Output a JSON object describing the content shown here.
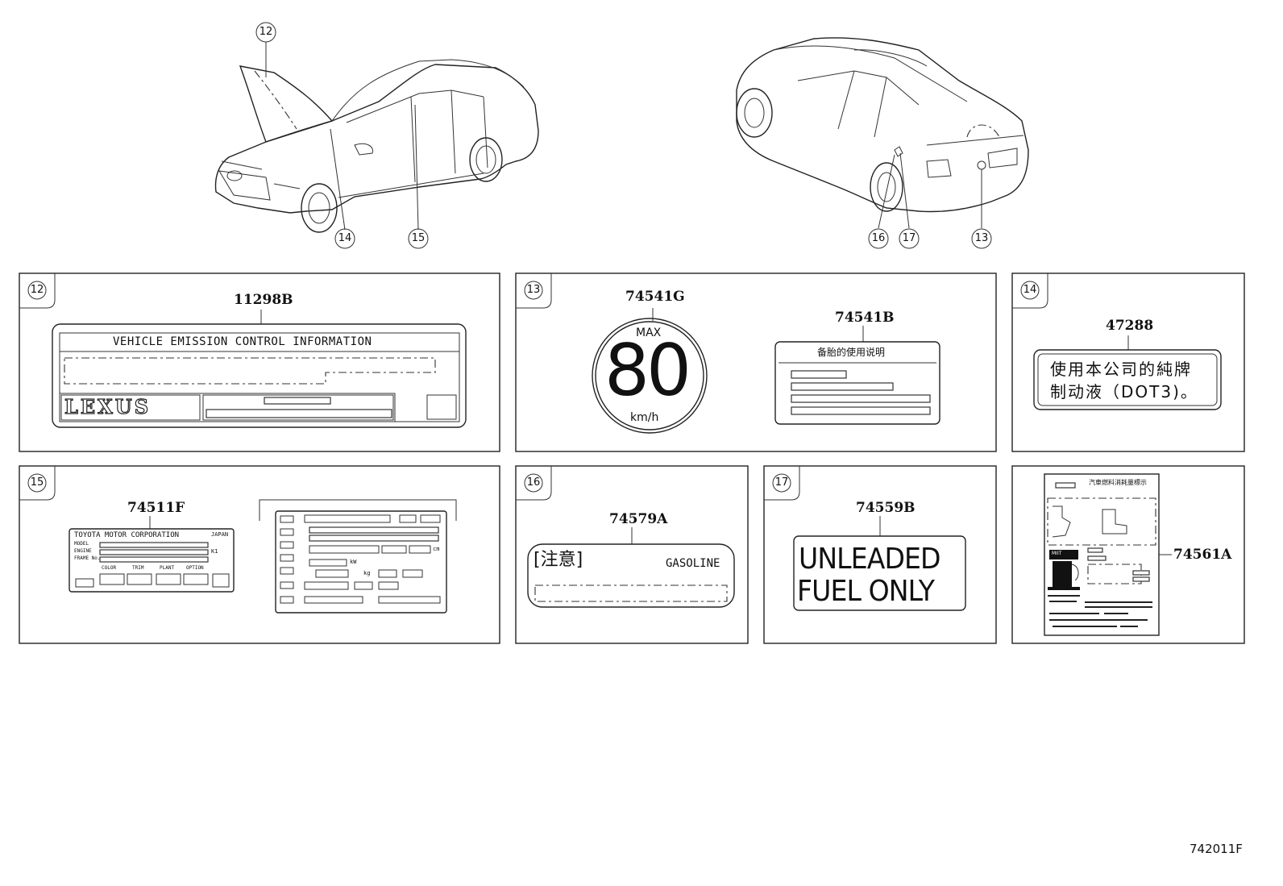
{
  "figure_id": "742011F",
  "callouts": {
    "top_left": [
      "12",
      "14",
      "15"
    ],
    "top_right": [
      "16",
      "17",
      "13"
    ]
  },
  "panels": {
    "p12": {
      "ref": "12",
      "part": "11298B",
      "label_title": "VEHICLE EMISSION CONTROL INFORMATION",
      "brand": "LEXUS"
    },
    "p13": {
      "ref": "13",
      "part_a": "74541G",
      "sign_max": "MAX",
      "sign_speed": "80",
      "sign_unit": "km/h",
      "part_b": "74541B",
      "label_b_title": "备胎的使用说明"
    },
    "p14": {
      "ref": "14",
      "part": "47288",
      "line1": "使用本公司的純牌",
      "line2": "制动液（DOT3)。"
    },
    "p15": {
      "ref": "15",
      "part": "74511F",
      "maker": "TOYOTA MOTOR CORPORATION",
      "maker_suffix": "JAPAN",
      "row_labels": [
        "MODEL",
        "ENGINE",
        "FRAME No."
      ],
      "code_labels": [
        "COLOR",
        "TRIM",
        "PLANT",
        "OPTION"
      ],
      "side_tag": "K1",
      "kw": "kW",
      "unit_a": "cm",
      "unit_b": "kg"
    },
    "p16": {
      "ref": "16",
      "part": "74579A",
      "caution": "[注意]",
      "fuel": "GASOLINE"
    },
    "p17": {
      "ref": "17",
      "part": "74559B",
      "line1": "UNLEADED",
      "line2": "FUEL ONLY"
    },
    "p18": {
      "part": "74561A",
      "header": "汽車燃料消耗量標示",
      "mini_logo": "MIIT"
    }
  }
}
